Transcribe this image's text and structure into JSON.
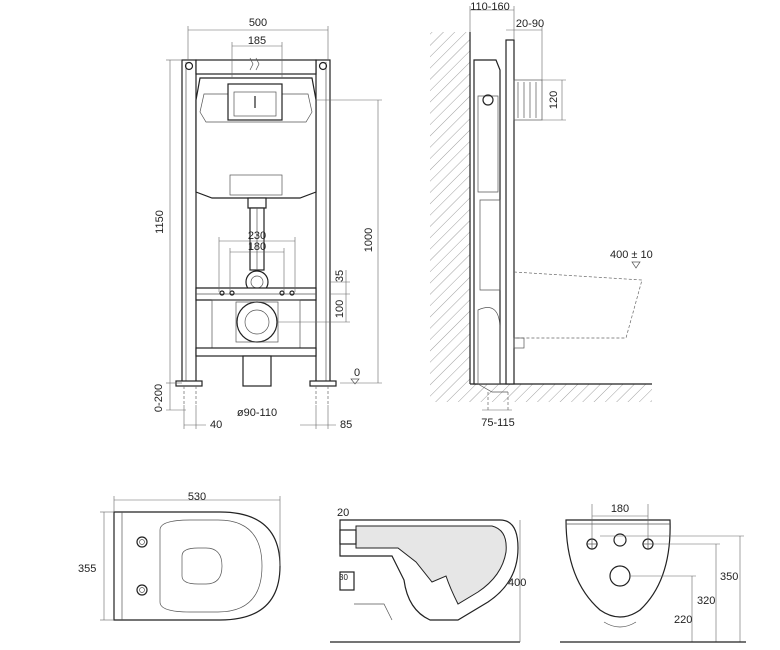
{
  "frame_front": {
    "width": "500",
    "top_inner": "185",
    "height": "1150",
    "height_to_zero": "1000",
    "bolt_outer": "230",
    "bolt_inner": "180",
    "gap_35": "35",
    "drain_100": "100",
    "zero_level": "0",
    "leg_adjust": "0-200",
    "leg_left": "40",
    "drain_dia": "ø90-110",
    "leg_right": "85"
  },
  "frame_side": {
    "wall_depth": "110-160",
    "panel_offset": "20-90",
    "flush_height": "120",
    "bowl_height": "400 ± 10",
    "foot_depth": "75-115"
  },
  "bowl_top": {
    "length": "530",
    "width": "355"
  },
  "bowl_side": {
    "rim": "20",
    "inlet": "30",
    "height": "400"
  },
  "bowl_back": {
    "bolt_spacing": "180",
    "h350": "350",
    "h320": "320",
    "h220": "220"
  }
}
